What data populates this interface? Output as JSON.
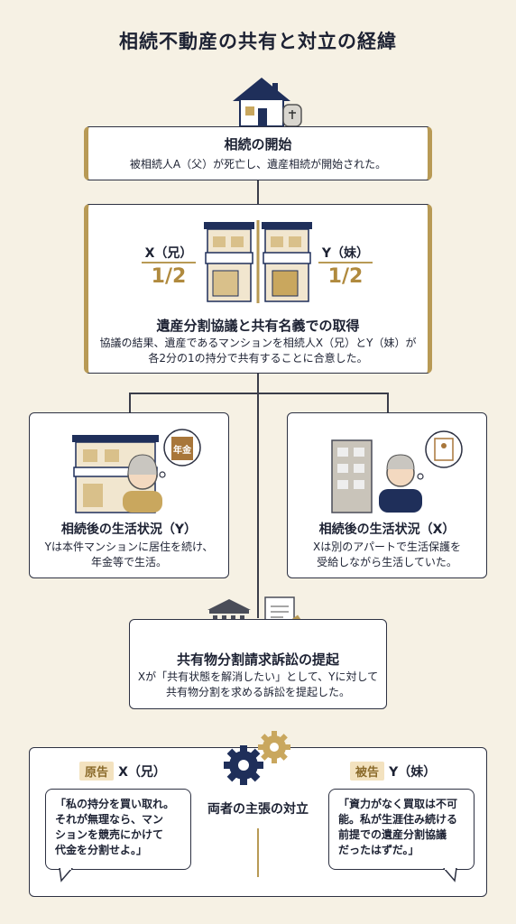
{
  "title": "相続不動産の共有と対立の経緯",
  "step1": {
    "heading": "相続の開始",
    "text": "被相続人A（父）が死亡し、遺産相続が開始された。"
  },
  "step2": {
    "heading": "遺産分割協議と共有名義での取得",
    "text_line1": "協議の結果、遺産であるマンションを相続人X（兄）とY（妹）が",
    "text_line2": "各2分の1の持分で共有することに合意した。",
    "left_name": "X（兄）",
    "left_share": "1/2",
    "right_name": "Y（妹）",
    "right_share": "1/2"
  },
  "life_y": {
    "heading": "相続後の生活状況（Y）",
    "text_line1": "Yは本件マンションに居住を続け、",
    "text_line2": "年金等で生活。",
    "pension_label": "年金"
  },
  "life_x": {
    "heading": "相続後の生活状況（X）",
    "text_line1": "Xは別のアパートで生活保護を",
    "text_line2": "受給しながら生活していた。"
  },
  "lawsuit": {
    "heading": "共有物分割請求訴訟の提起",
    "text_line1": "Xが「共有状態を解消したい」として、Yに対して",
    "text_line2": "共有物分割を求める訴訟を提起した。"
  },
  "conflict": {
    "heading": "両者の主張の対立",
    "plaintiff_tag": "原告",
    "plaintiff_name": "X（兄）",
    "plaintiff_claim": [
      "「私の持分を買い取れ。",
      "それが無理なら、マン",
      "ションを競売にかけて",
      "代金を分割せよ。」"
    ],
    "defendant_tag": "被告",
    "defendant_name": "Y（妹）",
    "defendant_claim": [
      "「資力がなく買取は不可",
      "能。私が生涯住み続ける",
      "前提での遺産分割協議",
      "だったはずだ。」"
    ]
  },
  "colors": {
    "navy": "#1f2f5a",
    "gold": "#b89a55",
    "background": "#f6f1e4"
  }
}
